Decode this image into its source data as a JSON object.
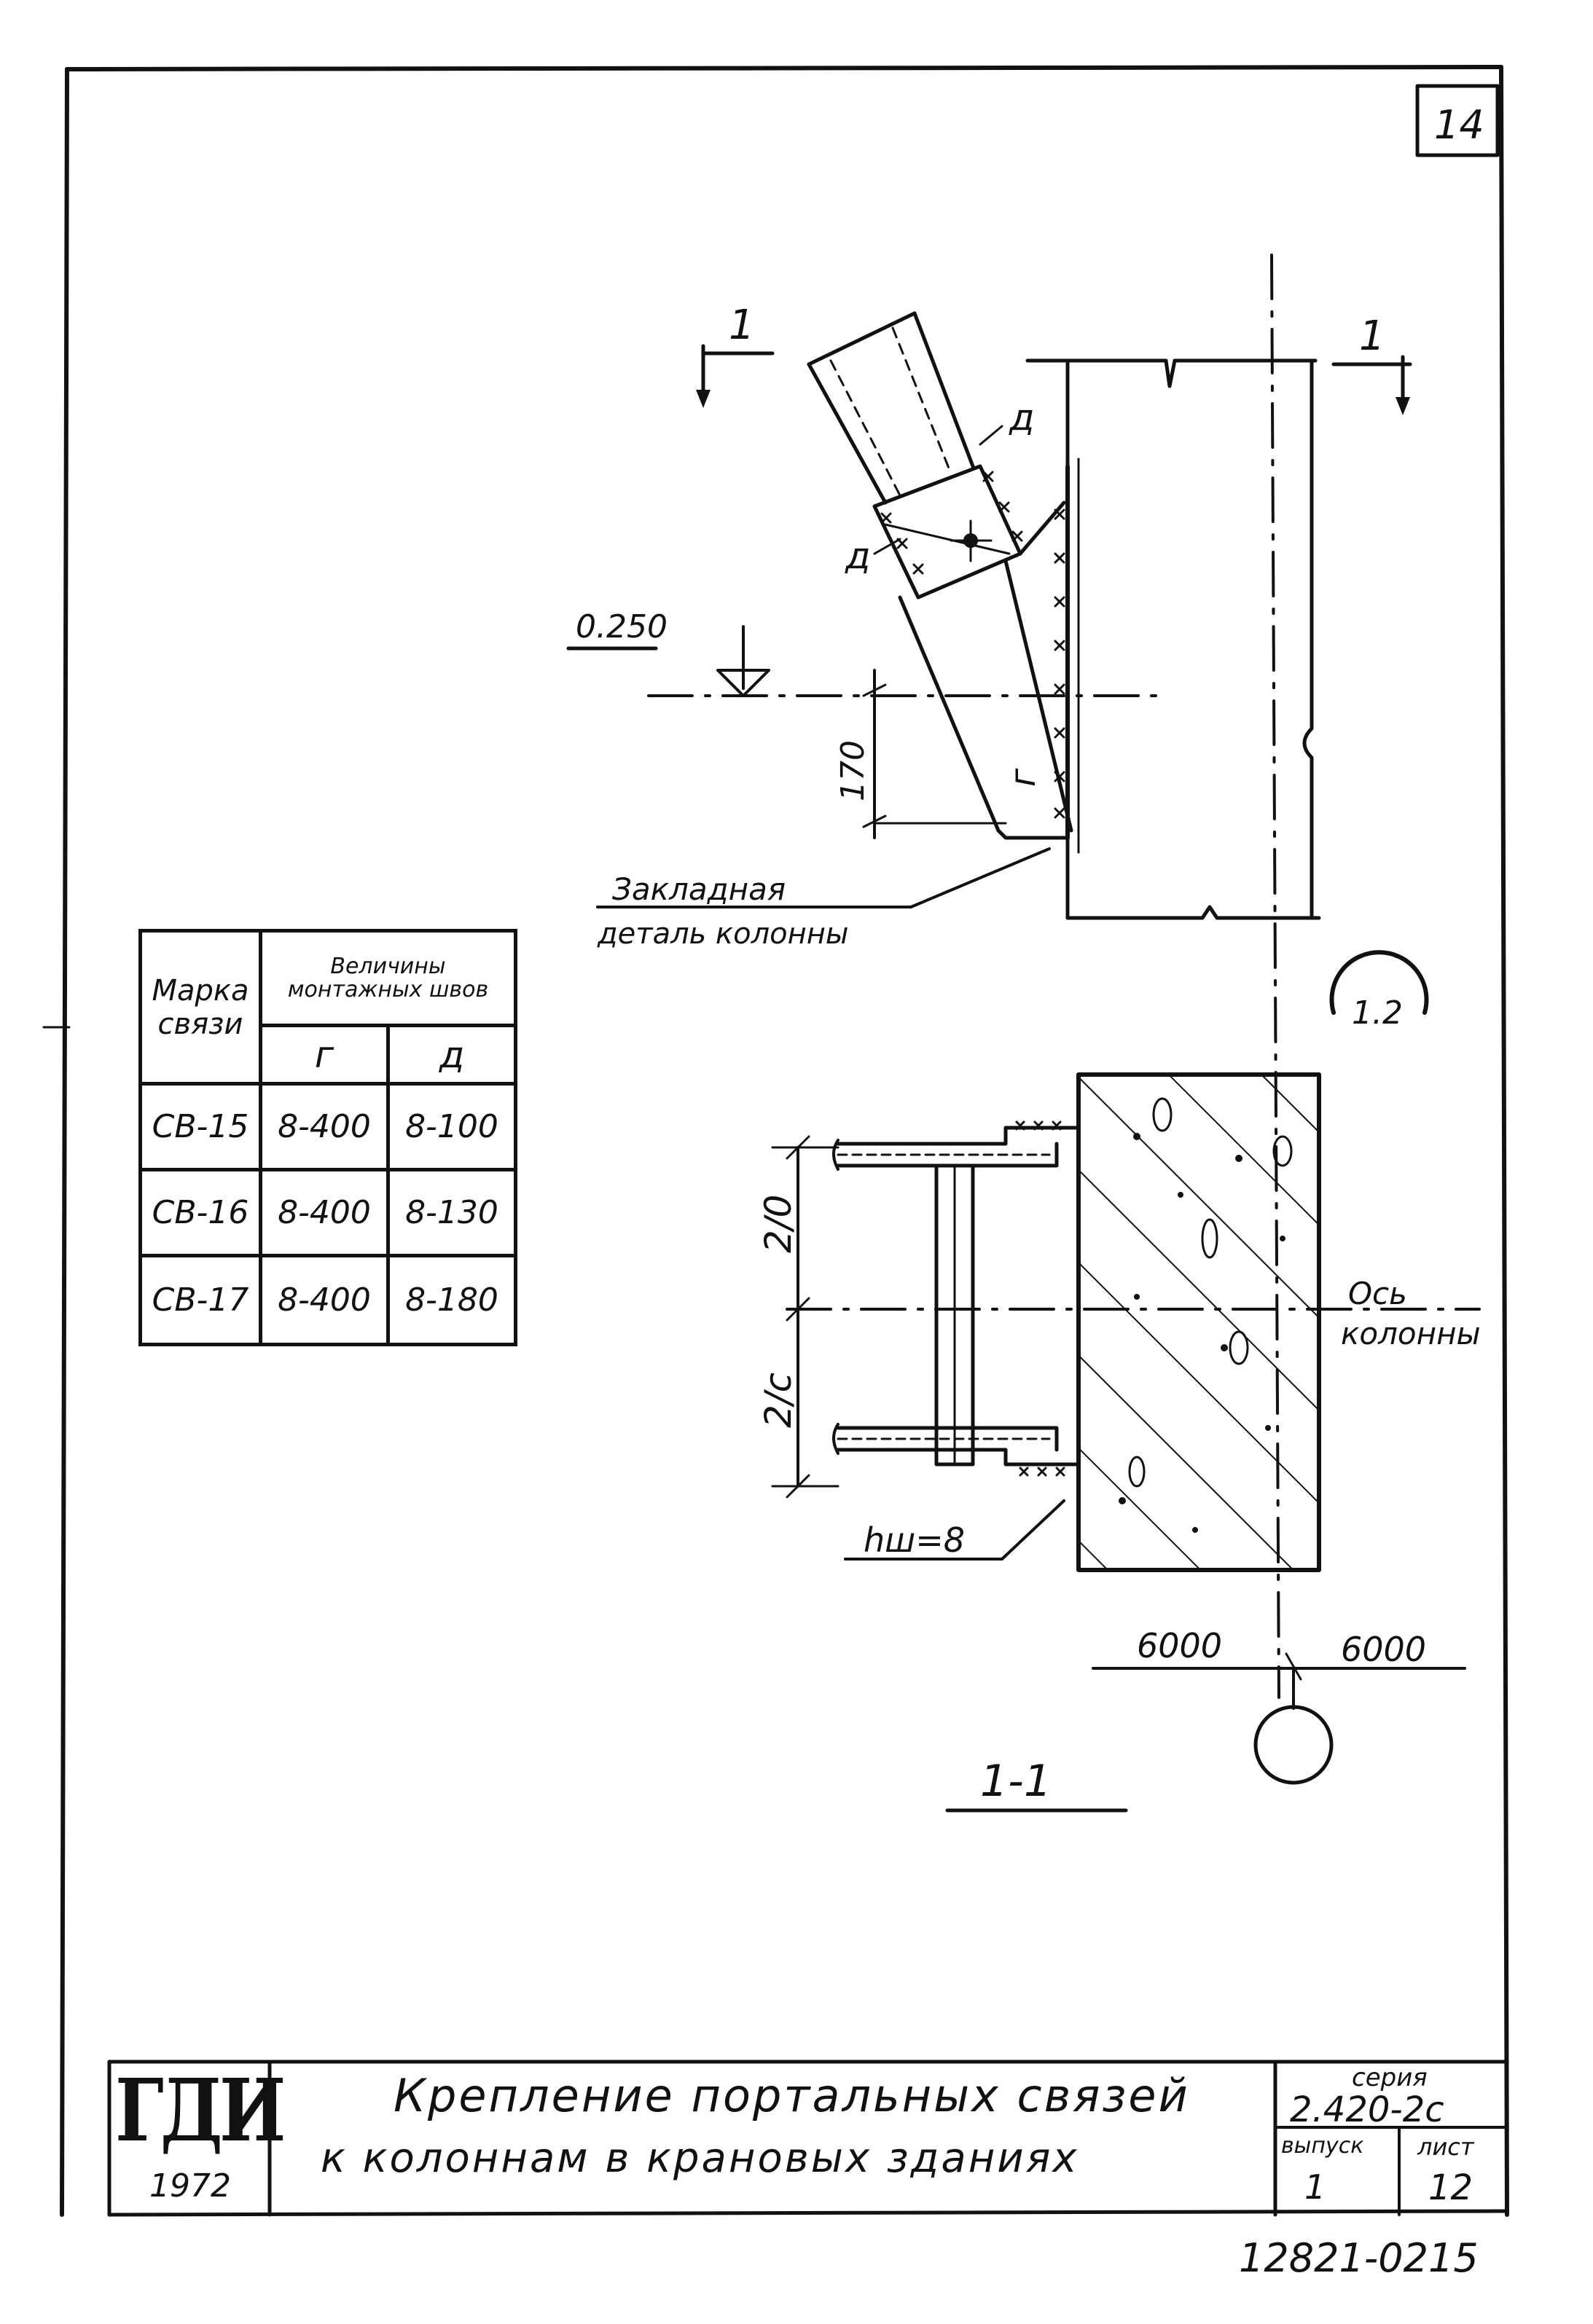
{
  "sheet_number": "14",
  "labels": {
    "section_marker": "1",
    "weld_d": "д",
    "weld_g": "г",
    "elevation": "0.250",
    "dim_170": "170",
    "embedded_part_line1": "Закладная",
    "embedded_part_line2": "деталь колонны",
    "detail_callout": "1.2",
    "dim_2_0": "2/0",
    "dim_2_c": "2/c",
    "hw": "hш=8",
    "axis_line1": "Ось",
    "axis_line2": "колонны",
    "span_left": "6000",
    "span_right": "6000",
    "section_title": "1-1"
  },
  "weld_table": {
    "header_mark": "Марка связи",
    "header_size": "Величины монтажных швов",
    "col_g": "г",
    "col_d": "д",
    "rows": [
      {
        "mark": "СВ-15",
        "g": "8-400",
        "d": "8-100"
      },
      {
        "mark": "СВ-16",
        "g": "8-400",
        "d": "8-130"
      },
      {
        "mark": "СВ-17",
        "g": "8-400",
        "d": "8-180"
      }
    ]
  },
  "title_block": {
    "org": "ГДИ",
    "year": "1972",
    "title_line1": "Крепление портальных связей",
    "title_line2": "к колоннам в крановых зданиях",
    "series_label": "серия",
    "series_value": "2.420-2с",
    "issue_label": "выпуск",
    "issue_value": "1",
    "sheet_label": "лист",
    "sheet_value": "12"
  },
  "footer_code": "12821-02",
  "footer_page": "15"
}
